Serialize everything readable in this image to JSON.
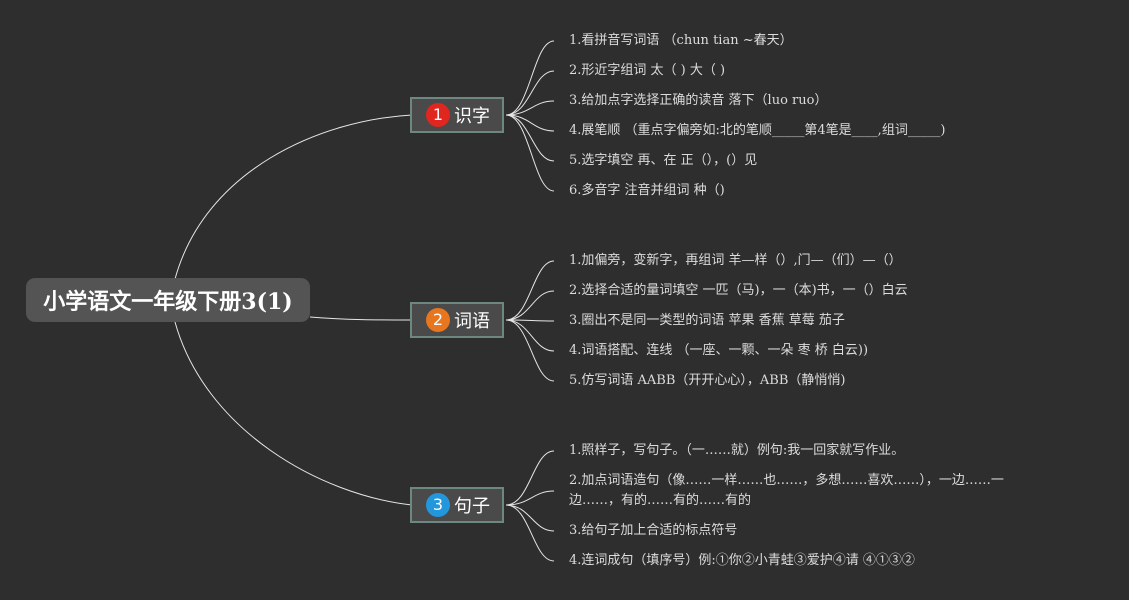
{
  "root": {
    "title": "小学语文一年级下册3(1)"
  },
  "branches": [
    {
      "number": "1",
      "color": "#e0261f",
      "label": "识字",
      "items": [
        "1.看拼音写词语 （chun tian ~春天）",
        "2.形近字组词 太（ ) 大（ )",
        "3.给加点字选择正确的读音 落下（luo ruo）",
        "4.展笔顺 （重点字偏旁如:北的笔顺_____第4笔是____,组词_____)",
        "5.选字填空 再、在 正（），(）见",
        "6.多音字 注音并组词 种（)"
      ]
    },
    {
      "number": "2",
      "color": "#e8761f",
      "label": "词语",
      "items": [
        "1.加偏旁，变新字，再组词 羊—样（）,门—（们）—（）",
        "2.选择合适的量词填空 一匹（马)，一（本)书，一（）白云",
        "3.圈出不是同一类型的词语 苹果 香蕉 草莓 茄子",
        "4.词语搭配、连线 （一座、一颗、一朵 枣 桥 白云))",
        "5.仿写词语 AABB（开开心心），ABB（静悄悄)"
      ]
    },
    {
      "number": "3",
      "color": "#2397dc",
      "label": "句子",
      "items": [
        "1.照样子，写句子。（一……就）例句:我一回家就写作业。",
        "2.加点词语造句（像……一样……也……，多想……喜欢……），一边……一边……，有的……有的……有的",
        "3.给句子加上合适的标点符号",
        "4.连词成句（填序号）例:①你②小青蛙③爱护④请 ④①③②"
      ]
    }
  ],
  "colors": {
    "background": "#2e2e2e",
    "line": "#e6e6e6",
    "root_fill": "#545454",
    "branch_fill": "#4a4a4a",
    "branch_border": "#6f8781",
    "leaf_text": "#dcdcdc"
  }
}
